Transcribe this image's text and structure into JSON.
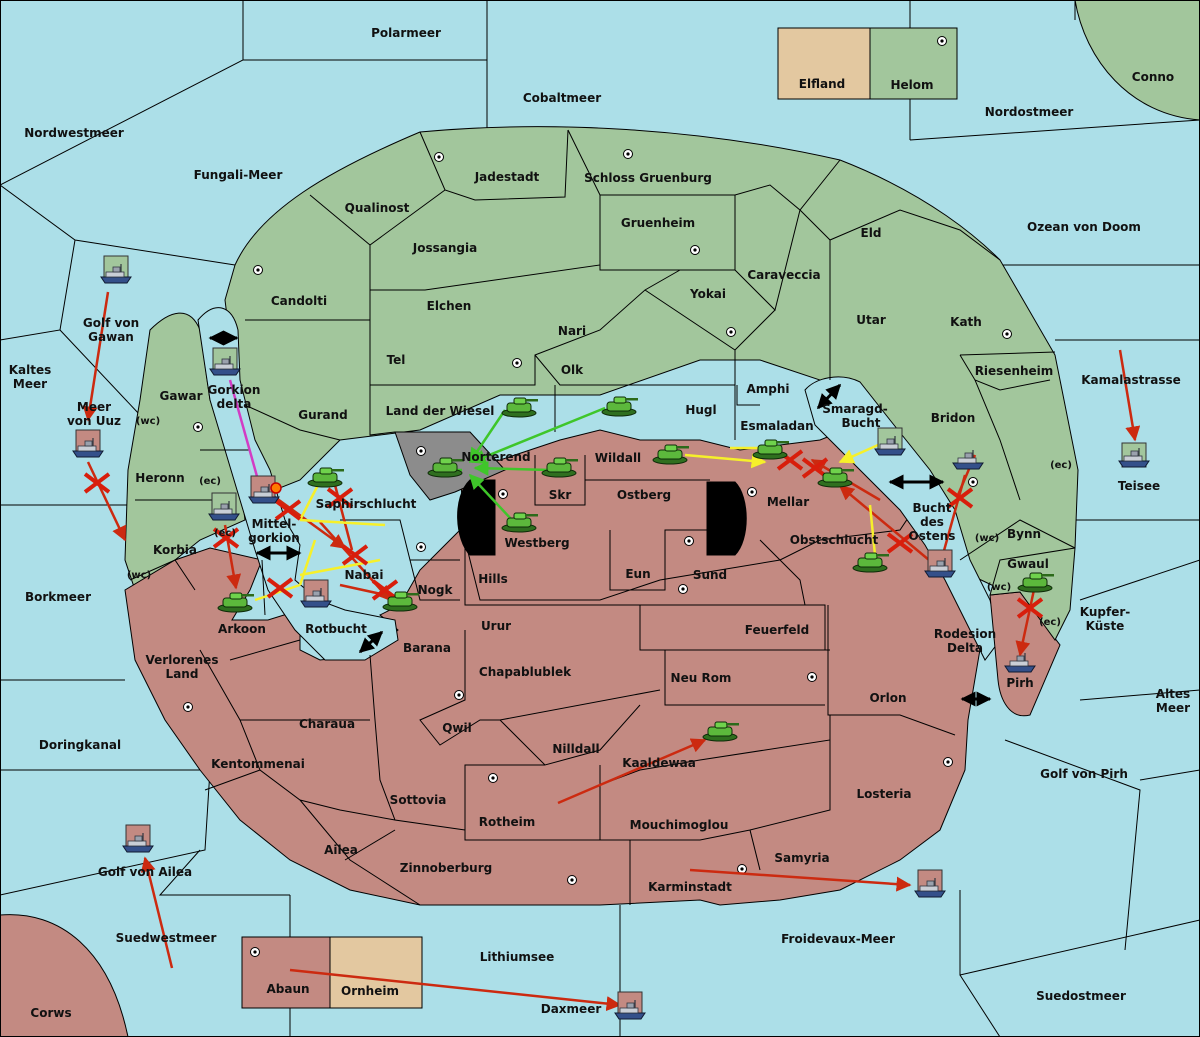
{
  "colors": {
    "sea": "#acdfe8",
    "player_green": "#a2c69c",
    "player_red": "#c38a82",
    "neutral": "#e3c8a0",
    "impassable": "#8c8c8c",
    "order_red": "#cc2a10",
    "order_green": "#3fc62a",
    "order_yellow": "#f6f02a",
    "order_magenta": "#d23cc4"
  },
  "icons": {
    "army": "tank-icon",
    "fleet": "ship-icon",
    "supply_center": "supply-center-icon",
    "failed": "red-x-icon",
    "convoy_link": "double-arrow-icon"
  },
  "seas": {
    "polarmeer": "Polarmeer",
    "cobaltmeer": "Cobaltmeer",
    "nordwestmeer": "Nordwestmeer",
    "fungali": "Fungali-Meer",
    "nordostmeer": "Nordostmeer",
    "ozean": "Ozean von Doom",
    "kaltes1": "Kaltes",
    "kaltes2": "Meer",
    "gawan1": "Golf von",
    "gawan2": "Gawan",
    "uuz1": "Meer",
    "uuz2": "von Uuz",
    "kamala": "Kamalastrasse",
    "borkmeer": "Borkmeer",
    "kupfer1": "Kupfer-",
    "kupfer2": "Küste",
    "altes1": "Altes",
    "altes2": "Meer",
    "doring": "Doringkanal",
    "pirhgolf": "Golf von Pirh",
    "ailea_golf": "Golf von Ailea",
    "suedwest": "Suedwestmeer",
    "lithium": "Lithiumsee",
    "froidevaux": "Froidevaux-Meer",
    "suedost": "Suedostmeer",
    "daxmeer": "Daxmeer",
    "gorkion1": "Gorkion",
    "gorkion2": "delta",
    "smaragd1": "Smaragd-",
    "smaragd2": "Bucht",
    "bucht1": "Bucht",
    "bucht2": "des",
    "bucht3": "Ostens",
    "rotbucht": "Rotbucht",
    "rodesion1": "Rodesion",
    "rodesion2": "Delta"
  },
  "lands": {
    "elfland": "Elfland",
    "helom": "Helom",
    "conno": "Conno",
    "jadestadt": "Jadestadt",
    "schloss": "Schloss Gruenburg",
    "qualinost": "Qualinost",
    "gruenheim": "Gruenheim",
    "eld": "Eld",
    "jossangia": "Jossangia",
    "caraveccia": "Caraveccia",
    "candolti": "Candolti",
    "elchen": "Elchen",
    "yokai": "Yokai",
    "utar": "Utar",
    "kath": "Kath",
    "nari": "Nari",
    "tel": "Tel",
    "olk": "Olk",
    "amphi": "Amphi",
    "riesenheim": "Riesenheim",
    "gawar": "Gawar",
    "gurand": "Gurand",
    "wiesel": "Land der Wiesel",
    "hugl": "Hugl",
    "bridon": "Bridon",
    "esmaladan": "Esmaladan",
    "teisee": "Teisee",
    "heronn": "Heronn",
    "norterend": "Norterend",
    "wildall": "Wildall",
    "skr": "Skr",
    "ostberg": "Ostberg",
    "mellar": "Mellar",
    "saphir": "Saphirschlucht",
    "westberg": "Westberg",
    "obst": "Obstschlucht",
    "bynn": "Bynn",
    "korbia": "Korbia",
    "mittel1": "Mittel-",
    "mittel2": "gorkion",
    "nabai": "Nabai",
    "hills": "Hills",
    "eun": "Eun",
    "sund": "Sund",
    "gwaul": "Gwaul",
    "nogk": "Nogk",
    "arkoon": "Arkoon",
    "urur": "Urur",
    "feuerfeld": "Feuerfeld",
    "barana": "Barana",
    "verloren1": "Verlorenes",
    "verloren2": "Land",
    "chapa": "Chapablublek",
    "neurom": "Neu Rom",
    "pirh": "Pirh",
    "orlon": "Orlon",
    "charaua": "Charaua",
    "qwil": "Qwil",
    "nilldall": "Nilldall",
    "kaaldewaa": "Kaaldewaa",
    "kentommenai": "Kentommenai",
    "sottovia": "Sottovia",
    "rotheim": "Rotheim",
    "mouchi": "Mouchimoglou",
    "losteria": "Losteria",
    "ailea": "Ailea",
    "zinnoberburg": "Zinnoberburg",
    "samyria": "Samyria",
    "karminstadt": "Karminstadt",
    "abaun": "Abaun",
    "ornheim": "Ornheim",
    "corws": "Corws"
  },
  "coasts": {
    "wc1": "(wc)",
    "ec1": "(ec)",
    "ec2": "(ec)",
    "wc2": "(wc)",
    "ec3": "(ec)",
    "wc3": "(wc)",
    "wc4": "(wc)",
    "ec4": "(ec)"
  }
}
